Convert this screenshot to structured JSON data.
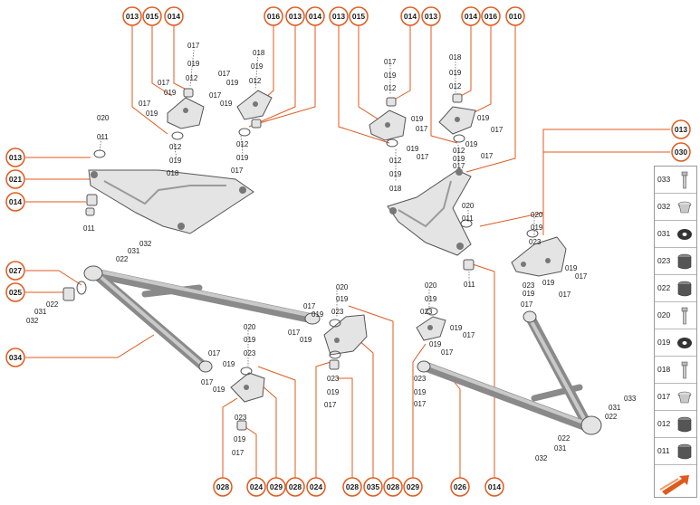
{
  "callouts": [
    {
      "id": "c013a",
      "text": "013"
    },
    {
      "id": "c015a",
      "text": "015"
    },
    {
      "id": "c014a",
      "text": "014"
    },
    {
      "id": "c016a",
      "text": "016"
    },
    {
      "id": "c013b",
      "text": "013"
    },
    {
      "id": "c014b",
      "text": "014"
    },
    {
      "id": "c013c",
      "text": "013"
    },
    {
      "id": "c015b",
      "text": "015"
    },
    {
      "id": "c014c",
      "text": "014"
    },
    {
      "id": "c013d",
      "text": "013"
    },
    {
      "id": "c014d",
      "text": "014"
    },
    {
      "id": "c016b",
      "text": "016"
    },
    {
      "id": "c010",
      "text": "010"
    },
    {
      "id": "c013e",
      "text": "013"
    },
    {
      "id": "c021",
      "text": "021"
    },
    {
      "id": "c014e",
      "text": "014"
    },
    {
      "id": "c013f",
      "text": "013"
    },
    {
      "id": "c030",
      "text": "030"
    },
    {
      "id": "c027",
      "text": "027"
    },
    {
      "id": "c025",
      "text": "025"
    },
    {
      "id": "c034",
      "text": "034"
    },
    {
      "id": "c028a",
      "text": "028"
    },
    {
      "id": "c024a",
      "text": "024"
    },
    {
      "id": "c029a",
      "text": "029"
    },
    {
      "id": "c028b",
      "text": "028"
    },
    {
      "id": "c024b",
      "text": "024"
    },
    {
      "id": "c028c",
      "text": "028"
    },
    {
      "id": "c035",
      "text": "035"
    },
    {
      "id": "c028d",
      "text": "028"
    },
    {
      "id": "c029b",
      "text": "029"
    },
    {
      "id": "c026",
      "text": "026"
    },
    {
      "id": "c014f",
      "text": "014"
    }
  ],
  "labels": [
    {
      "id": "l1",
      "text": "017"
    },
    {
      "id": "l2",
      "text": "019"
    },
    {
      "id": "l3",
      "text": "012"
    },
    {
      "id": "l4",
      "text": "017"
    },
    {
      "id": "l5",
      "text": "019"
    },
    {
      "id": "l6",
      "text": "017"
    },
    {
      "id": "l7",
      "text": "019"
    },
    {
      "id": "l8",
      "text": "020"
    },
    {
      "id": "l9",
      "text": "011"
    },
    {
      "id": "l10",
      "text": "012"
    },
    {
      "id": "l11",
      "text": "019"
    },
    {
      "id": "l12",
      "text": "018"
    },
    {
      "id": "l13",
      "text": "018"
    },
    {
      "id": "l14",
      "text": "019"
    },
    {
      "id": "l15",
      "text": "012"
    },
    {
      "id": "l16",
      "text": "017"
    },
    {
      "id": "l17",
      "text": "019"
    },
    {
      "id": "l18",
      "text": "017"
    },
    {
      "id": "l19",
      "text": "019"
    },
    {
      "id": "l20",
      "text": "012"
    },
    {
      "id": "l21",
      "text": "019"
    },
    {
      "id": "l22",
      "text": "017"
    },
    {
      "id": "l23",
      "text": "011"
    },
    {
      "id": "l24",
      "text": "017"
    },
    {
      "id": "l25",
      "text": "019"
    },
    {
      "id": "l26",
      "text": "012"
    },
    {
      "id": "l27",
      "text": "019"
    },
    {
      "id": "l28",
      "text": "017"
    },
    {
      "id": "l29",
      "text": "019"
    },
    {
      "id": "l30",
      "text": "017"
    },
    {
      "id": "l31",
      "text": "012"
    },
    {
      "id": "l32",
      "text": "019"
    },
    {
      "id": "l33",
      "text": "018"
    },
    {
      "id": "l34",
      "text": "018"
    },
    {
      "id": "l35",
      "text": "019"
    },
    {
      "id": "l36",
      "text": "012"
    },
    {
      "id": "l37",
      "text": "019"
    },
    {
      "id": "l38",
      "text": "017"
    },
    {
      "id": "l39",
      "text": "012"
    },
    {
      "id": "l40",
      "text": "019"
    },
    {
      "id": "l41",
      "text": "019"
    },
    {
      "id": "l42",
      "text": "017"
    },
    {
      "id": "l43",
      "text": "017"
    },
    {
      "id": "l44",
      "text": "020"
    },
    {
      "id": "l45",
      "text": "011"
    },
    {
      "id": "l46",
      "text": "020"
    },
    {
      "id": "l47",
      "text": "019"
    },
    {
      "id": "l48",
      "text": "023"
    },
    {
      "id": "l49",
      "text": "019"
    },
    {
      "id": "l50",
      "text": "017"
    },
    {
      "id": "l51",
      "text": "019"
    },
    {
      "id": "l52",
      "text": "017"
    },
    {
      "id": "l53",
      "text": "023"
    },
    {
      "id": "l54",
      "text": "019"
    },
    {
      "id": "l55",
      "text": "017"
    },
    {
      "id": "l56",
      "text": "011"
    },
    {
      "id": "l57",
      "text": "032"
    },
    {
      "id": "l58",
      "text": "031"
    },
    {
      "id": "l59",
      "text": "022"
    },
    {
      "id": "l60",
      "text": "022"
    },
    {
      "id": "l61",
      "text": "031"
    },
    {
      "id": "l62",
      "text": "032"
    },
    {
      "id": "l63",
      "text": "020"
    },
    {
      "id": "l64",
      "text": "019"
    },
    {
      "id": "l65",
      "text": "023"
    },
    {
      "id": "l66",
      "text": "017"
    },
    {
      "id": "l67",
      "text": "019"
    },
    {
      "id": "l68",
      "text": "017"
    },
    {
      "id": "l69",
      "text": "019"
    },
    {
      "id": "l70",
      "text": "023"
    },
    {
      "id": "l71",
      "text": "019"
    },
    {
      "id": "l72",
      "text": "017"
    },
    {
      "id": "l73",
      "text": "020"
    },
    {
      "id": "l74",
      "text": "019"
    },
    {
      "id": "l75",
      "text": "023"
    },
    {
      "id": "l76",
      "text": "017"
    },
    {
      "id": "l77",
      "text": "019"
    },
    {
      "id": "l78",
      "text": "017"
    },
    {
      "id": "l79",
      "text": "019"
    },
    {
      "id": "l80",
      "text": "023"
    },
    {
      "id": "l81",
      "text": "019"
    },
    {
      "id": "l82",
      "text": "017"
    },
    {
      "id": "l83",
      "text": "020"
    },
    {
      "id": "l84",
      "text": "019"
    },
    {
      "id": "l85",
      "text": "023"
    },
    {
      "id": "l86",
      "text": "019"
    },
    {
      "id": "l87",
      "text": "017"
    },
    {
      "id": "l88",
      "text": "019"
    },
    {
      "id": "l89",
      "text": "017"
    },
    {
      "id": "l90",
      "text": "023"
    },
    {
      "id": "l91",
      "text": "019"
    },
    {
      "id": "l92",
      "text": "017"
    },
    {
      "id": "l93",
      "text": "033"
    },
    {
      "id": "l94",
      "text": "031"
    },
    {
      "id": "l95",
      "text": "022"
    },
    {
      "id": "l96",
      "text": "022"
    },
    {
      "id": "l97",
      "text": "031"
    },
    {
      "id": "l98",
      "text": "032"
    }
  ],
  "legend": [
    {
      "code": "033",
      "icon": "bolt-icon"
    },
    {
      "code": "032",
      "icon": "cap-nut-icon"
    },
    {
      "code": "031",
      "icon": "washer-icon"
    },
    {
      "code": "023",
      "icon": "bushing-icon"
    },
    {
      "code": "022",
      "icon": "bushing-icon"
    },
    {
      "code": "020",
      "icon": "bolt-icon"
    },
    {
      "code": "019",
      "icon": "washer-icon"
    },
    {
      "code": "018",
      "icon": "bolt-icon"
    },
    {
      "code": "017",
      "icon": "cap-nut-icon"
    },
    {
      "code": "012",
      "icon": "bushing-icon"
    },
    {
      "code": "011",
      "icon": "bushing-icon"
    }
  ],
  "legend_arrow_icon": "orange-arrow-icon",
  "colors": {
    "callout": "#e05a1e",
    "text": "#1a1a1a",
    "part": "#e4e4e4",
    "outline": "#555555"
  }
}
